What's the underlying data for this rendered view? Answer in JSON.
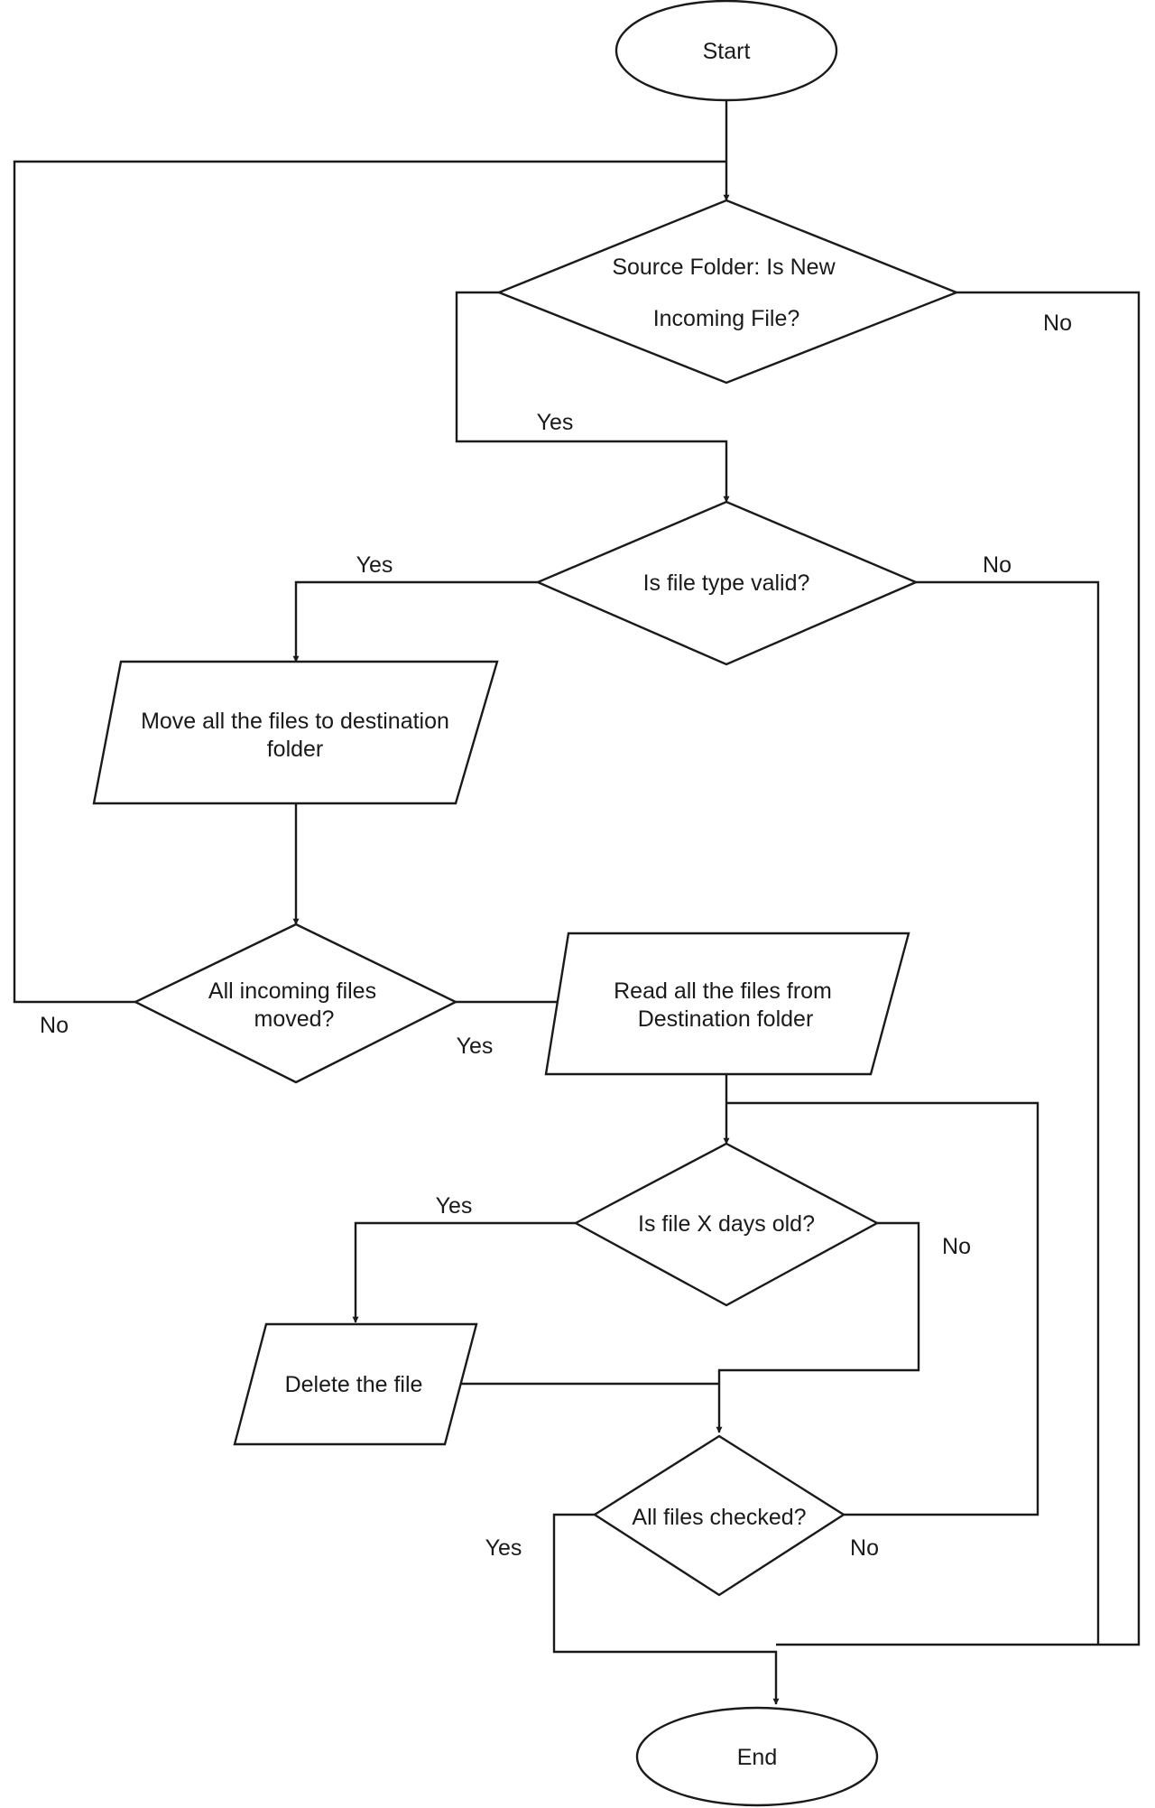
{
  "nodes": {
    "start": "Start",
    "source_folder_line1": "Source Folder: Is New",
    "source_folder_line2": "Incoming File?",
    "file_type_valid": "Is file type valid?",
    "move_files_line1": "Move all the files to destination",
    "move_files_line2": "folder",
    "all_moved_line1": "All incoming files",
    "all_moved_line2": "moved?",
    "read_files_line1": "Read all the files from",
    "read_files_line2": "Destination folder",
    "file_x_days_old": "Is file  X days old?",
    "delete_file": "Delete the file",
    "all_checked": "All files checked?",
    "end": "End"
  },
  "edge_labels": {
    "source_yes": "Yes",
    "source_no": "No",
    "type_yes": "Yes",
    "type_no": "No",
    "moved_no": "No",
    "moved_yes": "Yes",
    "days_yes": "Yes",
    "days_no": "No",
    "checked_yes": "Yes",
    "checked_no": "No"
  }
}
